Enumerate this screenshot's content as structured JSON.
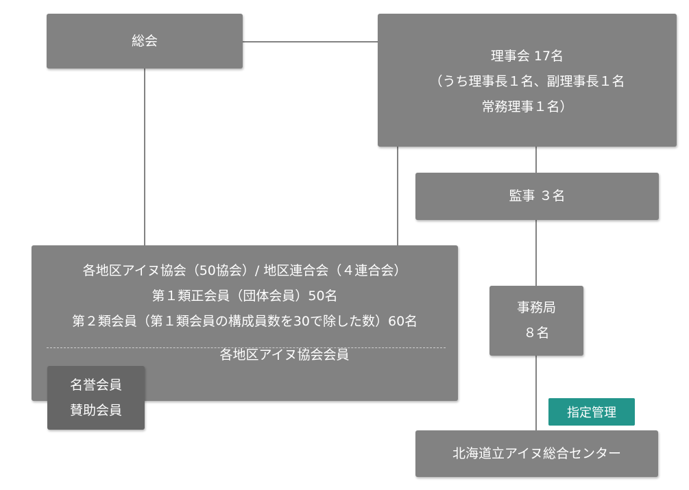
{
  "soukai": {
    "label": "総会"
  },
  "rijikai": {
    "lines": [
      "理事会 17名",
      "（うち理事長１名、副理事長１名",
      "常務理事１名）"
    ]
  },
  "kanji": {
    "label": "監事 ３名"
  },
  "jimukyoku": {
    "lines": [
      "事務局",
      "８名"
    ]
  },
  "members": {
    "lines": [
      "各地区アイヌ協会（50協会）/ 地区連合会（４連合会）",
      "第１類正会員（団体会員）50名",
      "第２類会員（第１類会員の構成員数を30で除した数）60名"
    ],
    "sub_label": "各地区アイヌ協会会員"
  },
  "honorary": {
    "lines": [
      "名誉会員",
      "賛助会員"
    ]
  },
  "designated": {
    "label": "指定管理"
  },
  "center": {
    "label": "北海道立アイヌ総合センター"
  }
}
